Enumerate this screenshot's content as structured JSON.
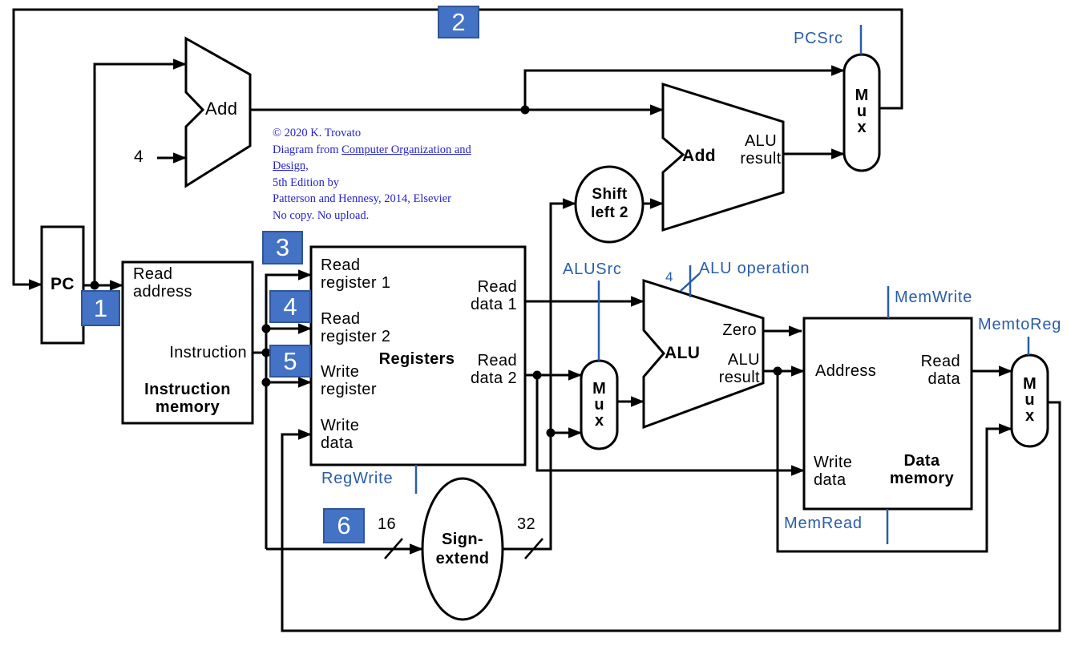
{
  "colors": {
    "wire": "#000000",
    "control_blue": "#2A5DA8",
    "badge_fill": "#4472C4",
    "badge_border": "#2F5597",
    "copyright_blue": "#2323CC"
  },
  "badges": {
    "n1": "1",
    "n2": "2",
    "n3": "3",
    "n4": "4",
    "n5": "5",
    "n6": "6"
  },
  "pc": {
    "title": "PC"
  },
  "instruction_memory": {
    "read_address": "Read\naddress",
    "instruction": "Instruction",
    "title": "Instruction\nmemory"
  },
  "registers": {
    "read_register_1": "Read\nregister 1",
    "read_register_2": "Read\nregister 2",
    "write_register": "Write\nregister",
    "write_data": "Write\ndata",
    "read_data_1": "Read\ndata 1",
    "read_data_2": "Read\ndata 2",
    "title": "Registers"
  },
  "data_memory": {
    "address": "Address",
    "read_data": "Read\ndata",
    "write_data": "Write\ndata",
    "title": "Data\nmemory"
  },
  "sign_extend": {
    "title": "Sign-\nextend",
    "in_width": "16",
    "out_width": "32"
  },
  "shift_left_2": {
    "title": "Shift\nleft 2"
  },
  "pc_adder": {
    "title": "Add",
    "increment": "4"
  },
  "branch_adder": {
    "title": "Add",
    "result": "ALU\nresult"
  },
  "alu": {
    "title": "ALU",
    "zero": "Zero",
    "result": "ALU\nresult",
    "op_width": "4"
  },
  "mux": {
    "label": "M\nu\nx"
  },
  "control": {
    "pcsrc": "PCSrc",
    "alusrc": "ALUSrc",
    "alu_operation": "ALU operation",
    "regwrite": "RegWrite",
    "memwrite": "MemWrite",
    "memread": "MemRead",
    "memtoreg": "MemtoReg"
  },
  "copyright": {
    "line1": "© 2020 K. Trovato",
    "line2_prefix": "Diagram from ",
    "line2_link": "Computer Organization and Design,",
    "line3": "5th Edition by",
    "line4": "Patterson and Hennesy, 2014, Elsevier",
    "line5": "No copy. No upload."
  }
}
